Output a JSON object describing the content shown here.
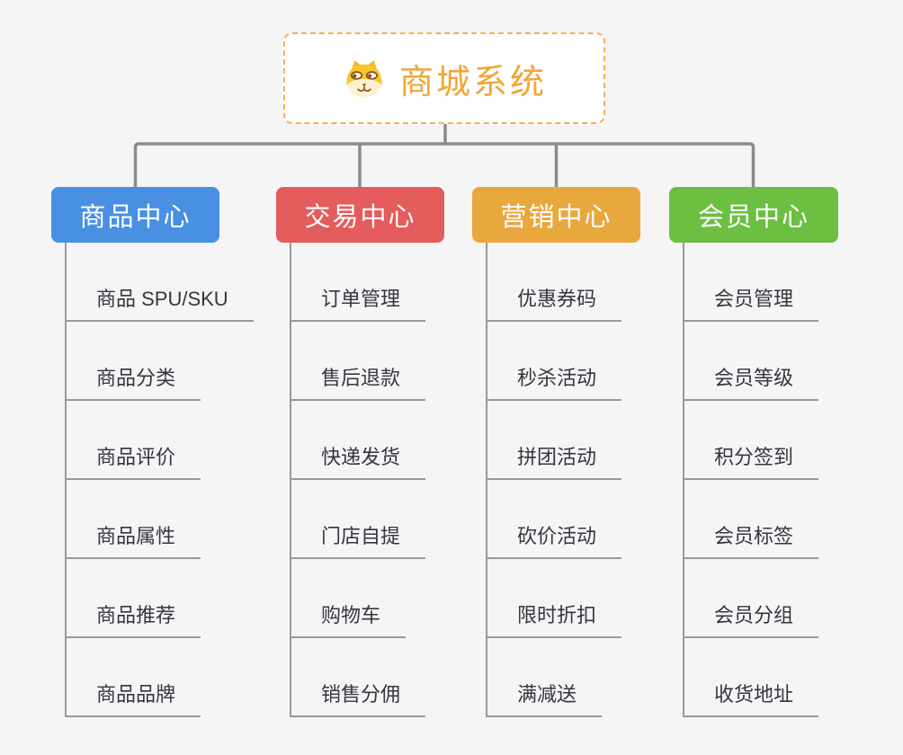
{
  "root": {
    "title": "商城系统",
    "icon": "dog-face-icon"
  },
  "branches": [
    {
      "label": "商品中心",
      "color": "#4a90e2",
      "items": [
        "商品 SPU/SKU",
        "商品分类",
        "商品评价",
        "商品属性",
        "商品推荐",
        "商品品牌"
      ]
    },
    {
      "label": "交易中心",
      "color": "#e45c5c",
      "items": [
        "订单管理",
        "售后退款",
        "快递发货",
        "门店自提",
        "购物车",
        "销售分佣"
      ]
    },
    {
      "label": "营销中心",
      "color": "#e9a83e",
      "items": [
        "优惠券码",
        "秒杀活动",
        "拼团活动",
        "砍价活动",
        "限时折扣",
        "满减送"
      ]
    },
    {
      "label": "会员中心",
      "color": "#6cbf40",
      "items": [
        "会员管理",
        "会员等级",
        "积分签到",
        "会员标签",
        "会员分组",
        "收货地址"
      ]
    }
  ],
  "colors": {
    "background": "#f5f5f6",
    "connector": "#8b8b8b",
    "leaf_line": "#97999c",
    "leaf_text": "#33373d",
    "root_border": "#f5b152",
    "root_text": "#f0a636",
    "node_text": "#ffffff"
  }
}
